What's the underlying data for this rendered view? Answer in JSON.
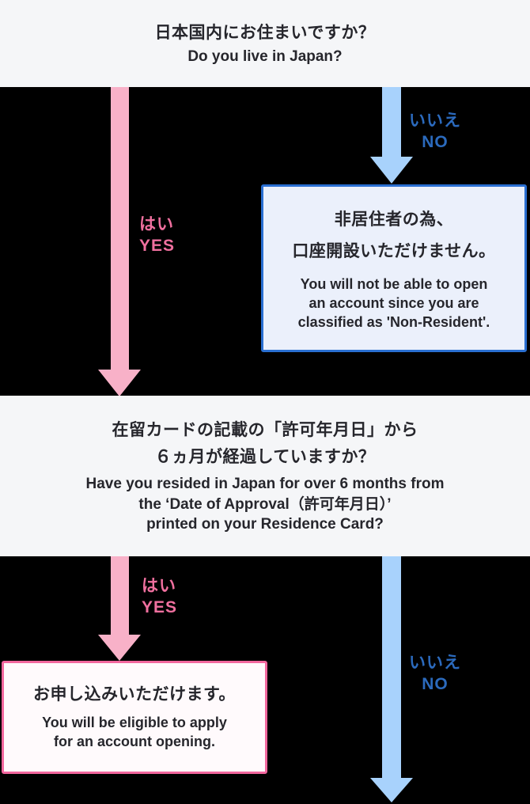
{
  "colors": {
    "section-bg": "#f5f6f8",
    "canvas-bg": "#000000",
    "text-dark": "#26262c",
    "pink-arrow": "#f8b1c8",
    "pink-text": "#f0709f",
    "pink-border": "#f2679e",
    "pink-box-bg": "#fffafc",
    "blue-arrow": "#a8d2fc",
    "blue-text": "#2b6abd",
    "blue-border": "#2a6fd1",
    "blue-box-bg": "#ebf0fb"
  },
  "question1": {
    "jp": "日本国内にお住まいですか？",
    "en": "Do you live in Japan?"
  },
  "branch1": {
    "yes_label_jp": "はい",
    "yes_label_en": "YES",
    "no_label_jp": "いいえ",
    "no_label_en": "NO"
  },
  "non_resident_box": {
    "jp_line1": "非居住者の為、",
    "jp_line2": "口座開設いただけません。",
    "en_line1": "You will not be able to open",
    "en_line2": "an account since you are",
    "en_line3": "classified as 'Non-Resident'."
  },
  "question2": {
    "jp_line1": "在留カードの記載の「許可年月日」から",
    "jp_line2": "６ヵ月が経過していますか？",
    "en_line1": "Have you resided in Japan for over 6 months from",
    "en_line2": "the ‘Date of Approval（許可年月日）’",
    "en_line3": "printed on your Residence Card?"
  },
  "branch2": {
    "yes_label_jp": "はい",
    "yes_label_en": "YES",
    "no_label_jp": "いいえ",
    "no_label_en": "NO"
  },
  "eligible_box": {
    "jp": "お申し込みいただけます。",
    "en_line1": "You will be eligible to apply",
    "en_line2": "for an account opening."
  }
}
